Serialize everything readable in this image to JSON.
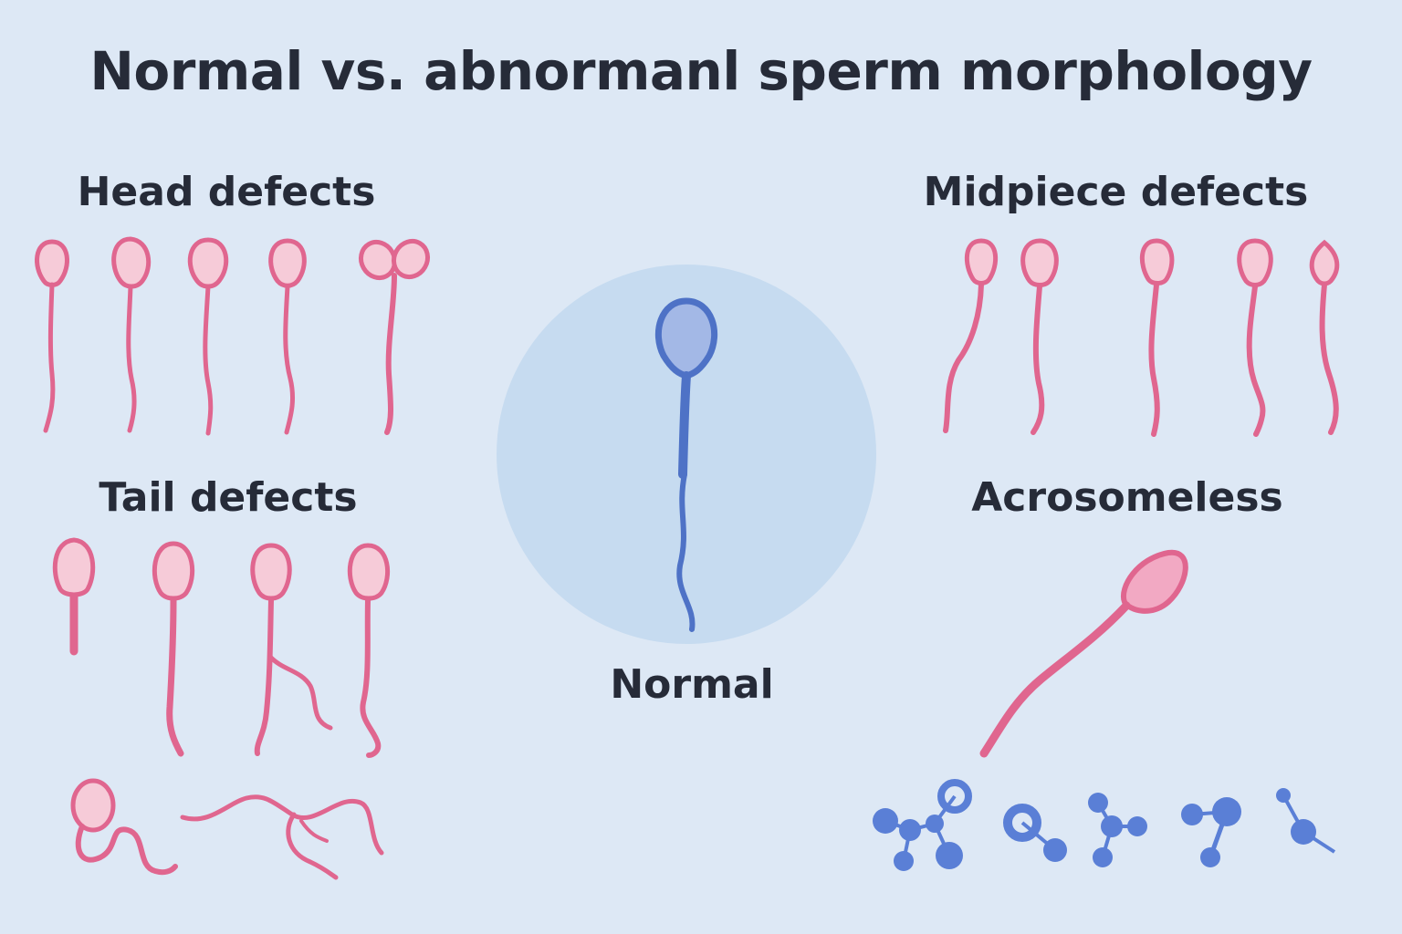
{
  "title": "Normal vs. abnormanl sperm morphology",
  "sections": {
    "head": "Head defects",
    "midpiece": "Midpiece defects",
    "tail": "Tail defects",
    "acrosome": "Acrosomeless",
    "normal": "Normal"
  },
  "colors": {
    "background": "#dde8f5",
    "abnormal_fill": "#f6cbd8",
    "abnormal_stroke": "#e0668f",
    "normal_fill": "#a3b8e6",
    "normal_stroke": "#4e72c6",
    "normal_circle": "#c6dbf0",
    "fragments": "#5a7fd6"
  }
}
